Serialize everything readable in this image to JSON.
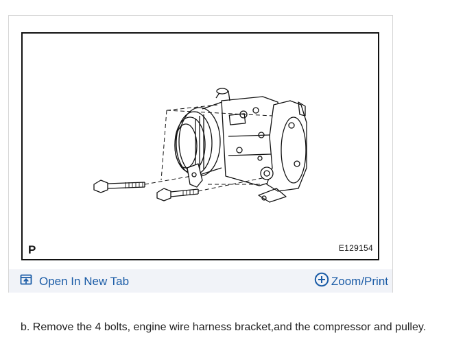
{
  "figure": {
    "corner_mark": "P",
    "figure_code": "E129154",
    "illustration_icon": "ac-compressor-diagram"
  },
  "actions": {
    "open_tab_label": "Open In New Tab",
    "open_tab_icon": "open-new-tab-icon",
    "zoom_print_label": "Zoom/Print",
    "zoom_print_icon": "plus-circle-icon"
  },
  "colors": {
    "link": "#1a5ba6",
    "action_bar_bg": "#f1f3f8",
    "card_border": "#d6d6d6"
  },
  "instruction": {
    "text": "b. Remove the 4 bolts, engine wire harness bracket,and the compressor and pulley."
  }
}
